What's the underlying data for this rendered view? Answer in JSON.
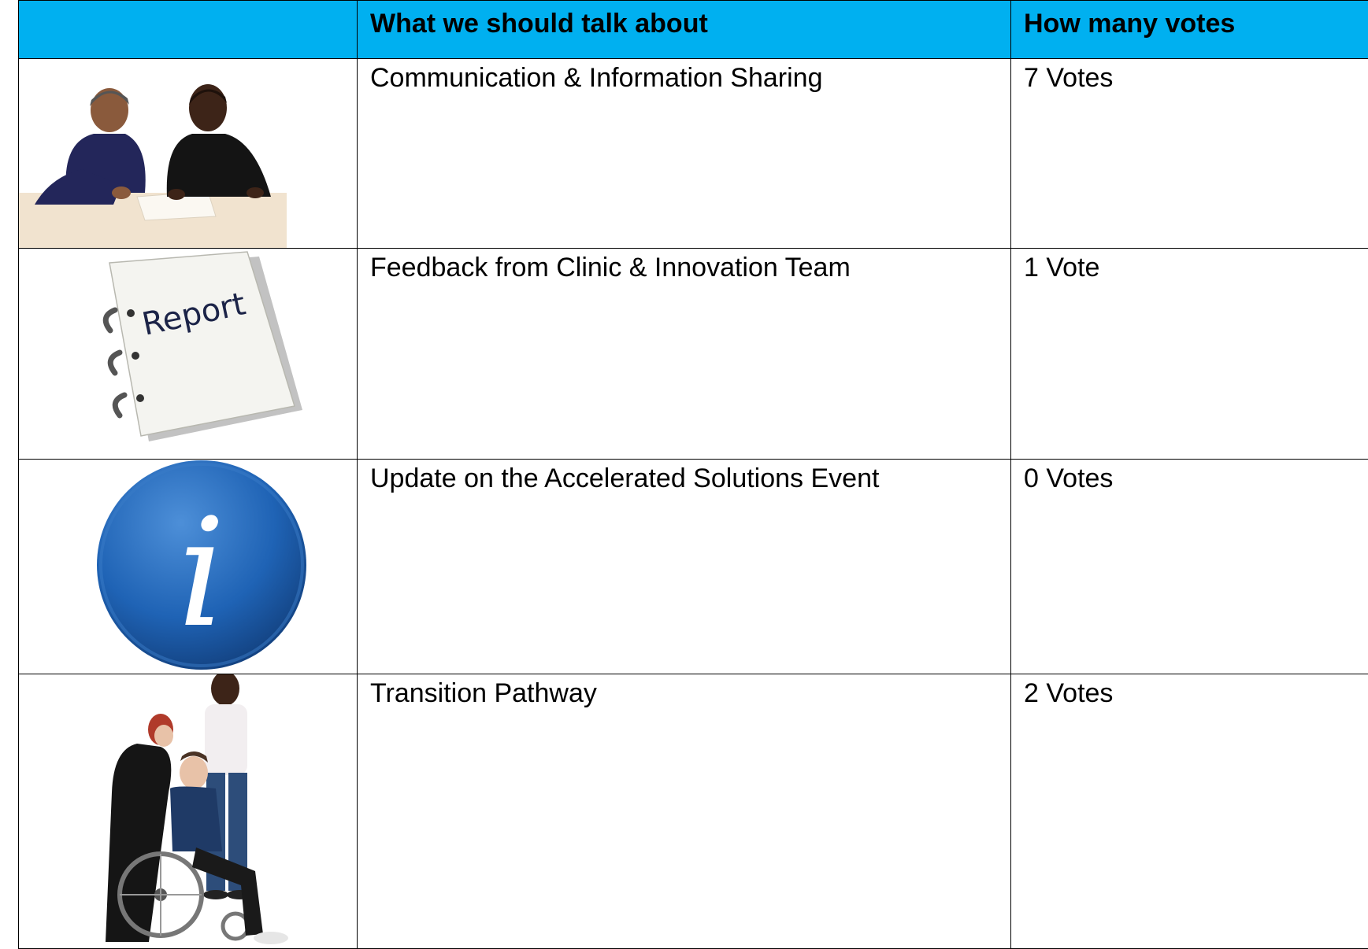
{
  "table": {
    "header": {
      "image_col": "",
      "topic_col": "What we should talk about",
      "votes_col": "How many votes"
    },
    "rows": [
      {
        "icon": "people-writing-icon",
        "topic": "Communication & Information Sharing",
        "votes": "7 Votes"
      },
      {
        "icon": "report-notebook-icon",
        "topic": "Feedback from Clinic & Innovation Team",
        "votes": "1 Vote",
        "icon_text": "Report"
      },
      {
        "icon": "information-icon",
        "topic": "Update on the Accelerated Solutions Event",
        "votes": "0 Votes",
        "icon_text": "i"
      },
      {
        "icon": "people-wheelchair-icon",
        "topic": "Transition Pathway",
        "votes": "2 Votes"
      }
    ]
  },
  "colors": {
    "header_bg": "#00b0f0",
    "border": "#000000",
    "info_icon_blue": "#1f63b5"
  }
}
